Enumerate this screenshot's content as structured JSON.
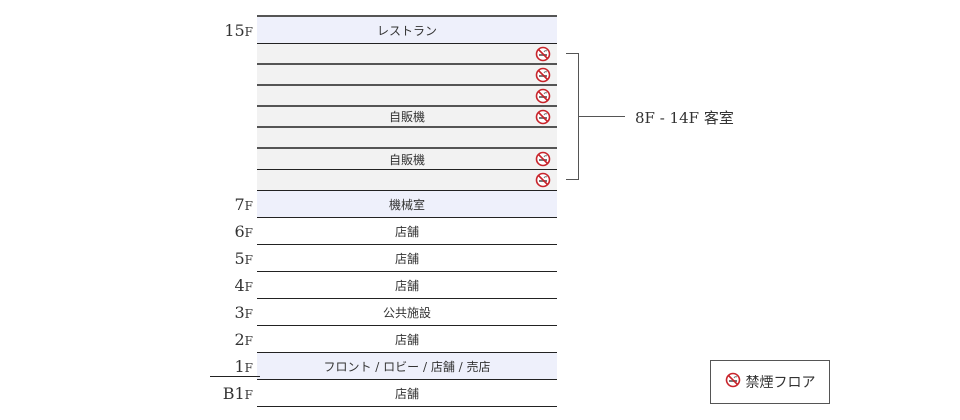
{
  "floors": [
    {
      "floor": "15",
      "unit": "F",
      "text": "レストラン",
      "kind": "highlight",
      "non_smoking": false
    },
    {
      "floor": "",
      "unit": "",
      "text": "",
      "kind": "guest",
      "non_smoking": true
    },
    {
      "floor": "",
      "unit": "",
      "text": "",
      "kind": "guest",
      "non_smoking": true
    },
    {
      "floor": "",
      "unit": "",
      "text": "",
      "kind": "guest",
      "non_smoking": true
    },
    {
      "floor": "",
      "unit": "",
      "text": "自販機",
      "kind": "guest",
      "non_smoking": true
    },
    {
      "floor": "",
      "unit": "",
      "text": "",
      "kind": "guest",
      "non_smoking": false
    },
    {
      "floor": "",
      "unit": "",
      "text": "自販機",
      "kind": "guest",
      "non_smoking": true
    },
    {
      "floor": "",
      "unit": "",
      "text": "",
      "kind": "guest",
      "non_smoking": true
    },
    {
      "floor": "7",
      "unit": "F",
      "text": "機械室",
      "kind": "highlight",
      "non_smoking": false
    },
    {
      "floor": "6",
      "unit": "F",
      "text": "店舗",
      "kind": "normal",
      "non_smoking": false
    },
    {
      "floor": "5",
      "unit": "F",
      "text": "店舗",
      "kind": "normal",
      "non_smoking": false
    },
    {
      "floor": "4",
      "unit": "F",
      "text": "店舗",
      "kind": "normal",
      "non_smoking": false
    },
    {
      "floor": "3",
      "unit": "F",
      "text": "公共施設",
      "kind": "normal",
      "non_smoking": false
    },
    {
      "floor": "2",
      "unit": "F",
      "text": "店舗",
      "kind": "normal",
      "non_smoking": false
    },
    {
      "floor": "1",
      "unit": "F",
      "text": "フロント / ロビー / 店舗 / 売店",
      "kind": "highlight",
      "non_smoking": false
    },
    {
      "floor": "B1",
      "unit": "F",
      "text": "店舗",
      "kind": "normal",
      "non_smoking": false
    }
  ],
  "guest_rooms_label": "8F - 14F 客室",
  "legend": {
    "label": "禁煙フロア",
    "icon": "no-smoking-icon"
  },
  "colors": {
    "highlight": "#eef0fb",
    "guest": "#f2f2f2",
    "no_smoking": "#c8242b"
  }
}
